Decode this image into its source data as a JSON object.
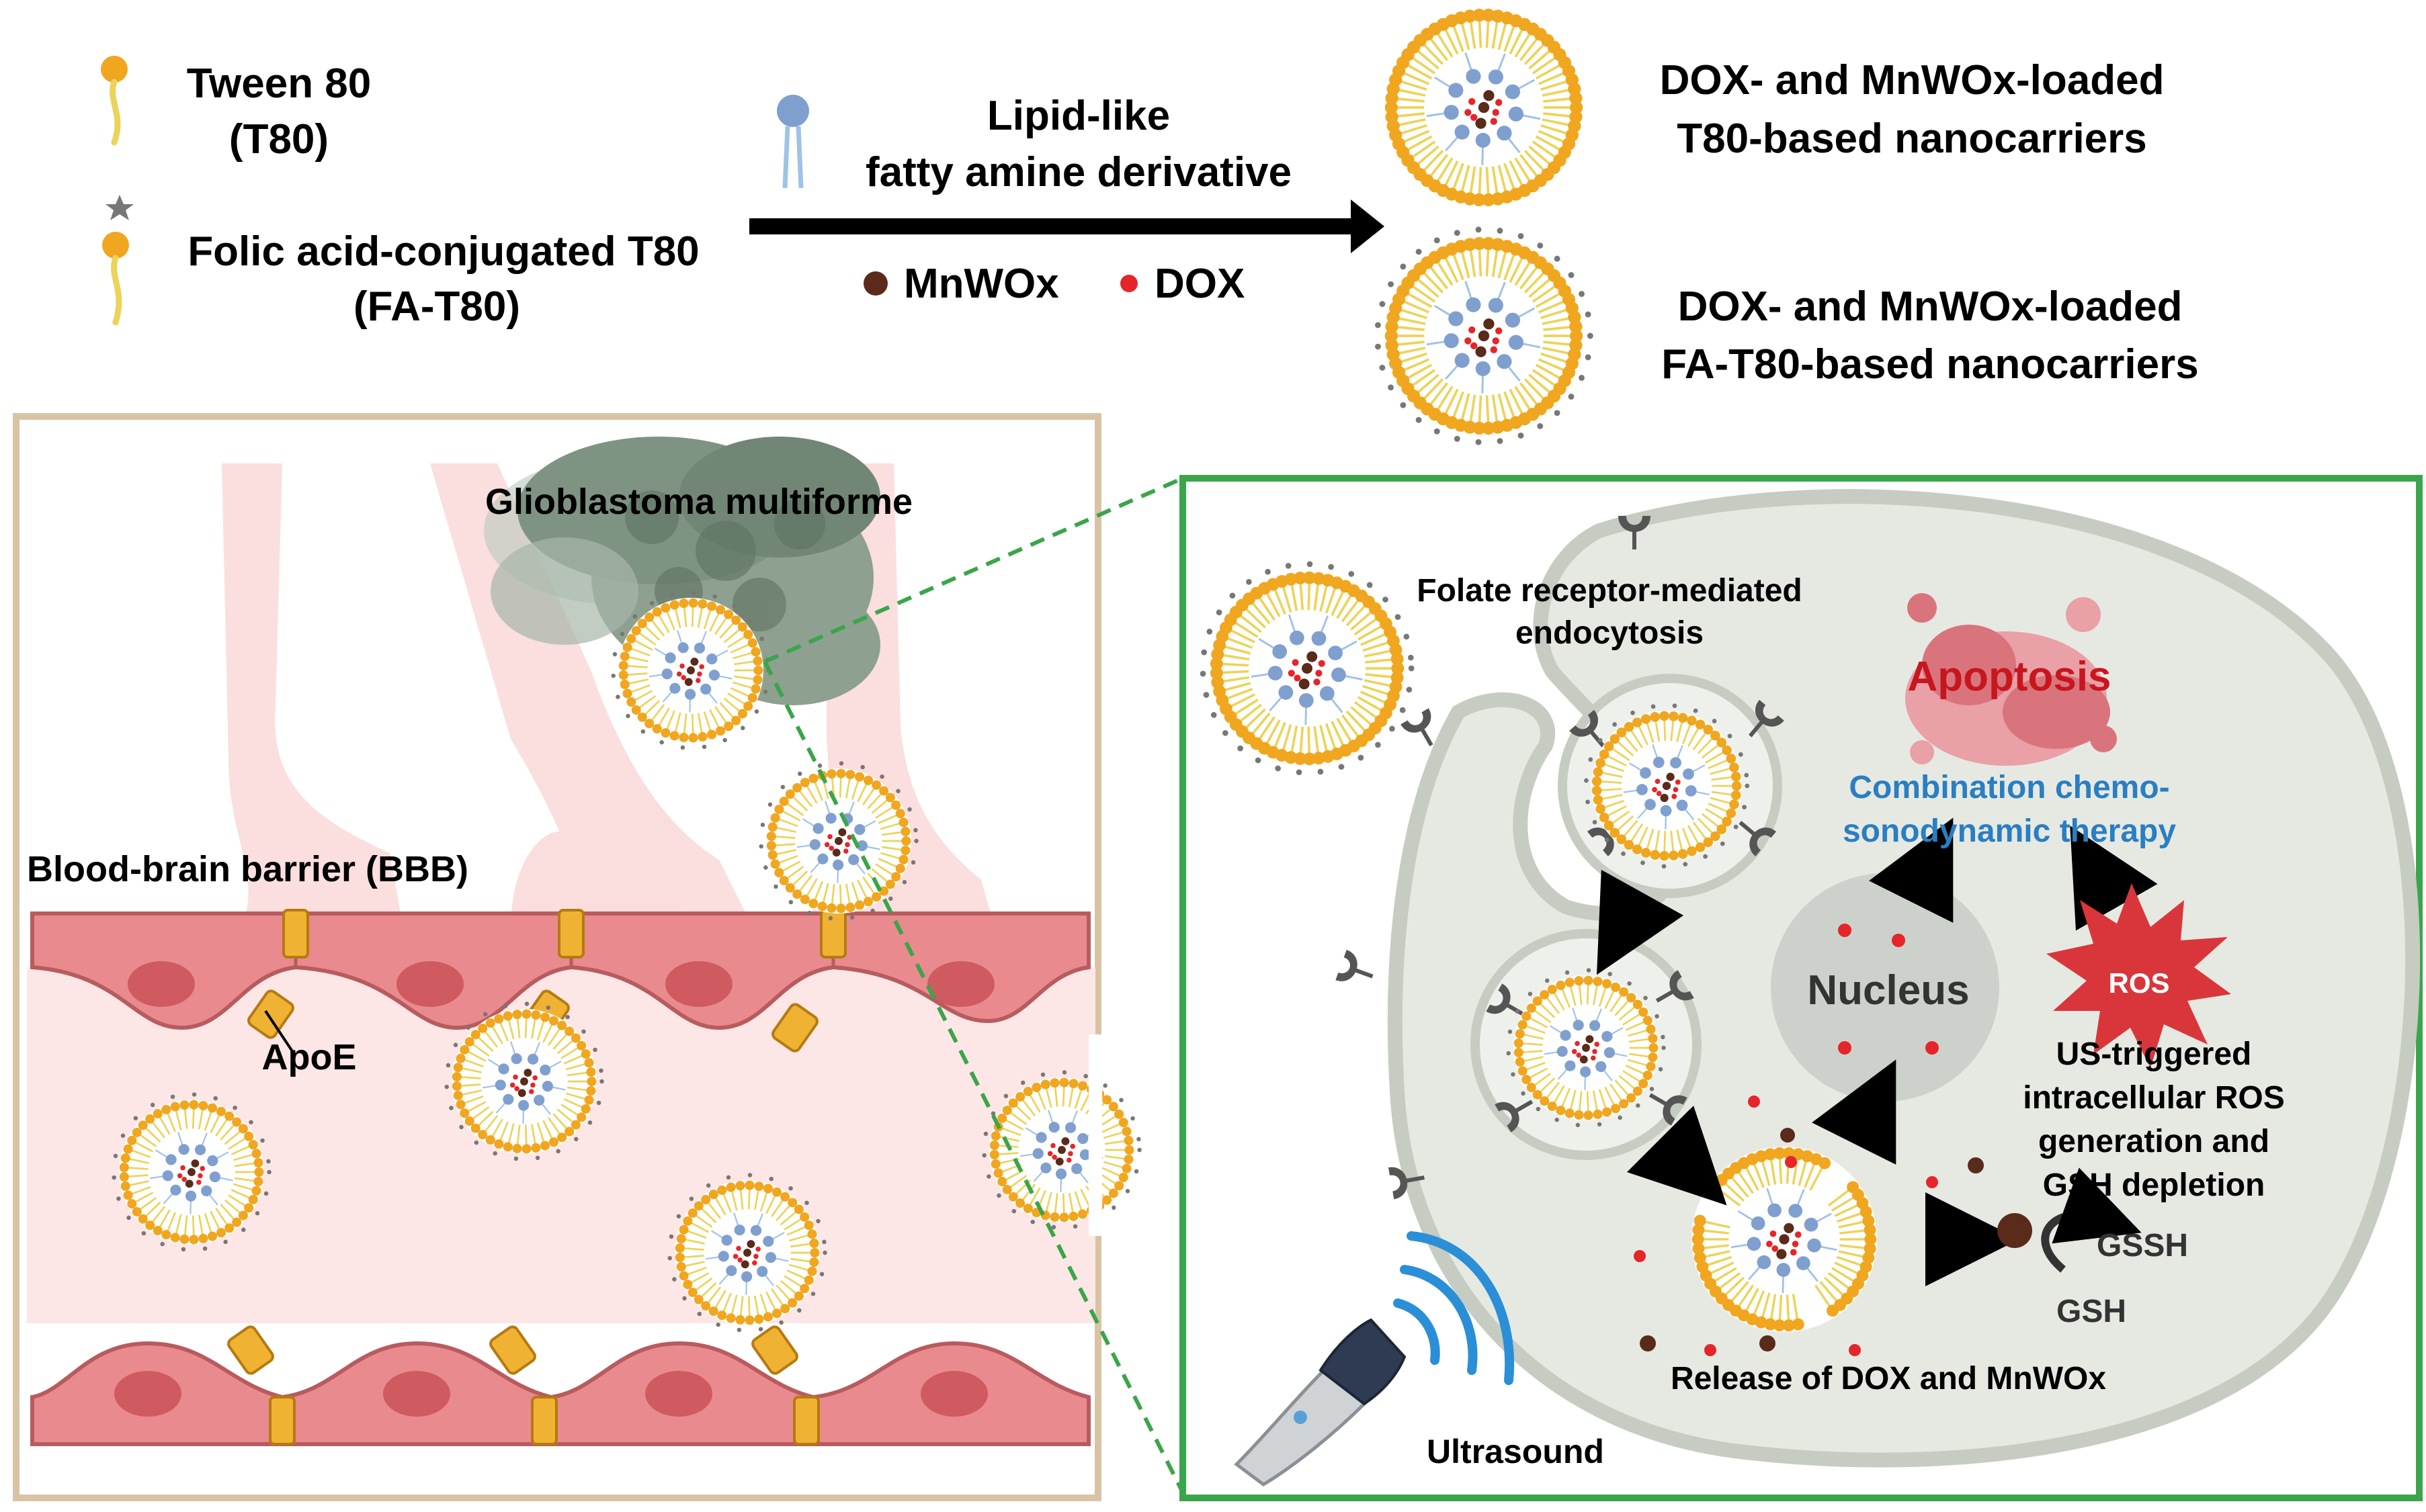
{
  "legend": {
    "tween_label": "Tween 80",
    "tween_abbr": "(T80)",
    "fa_label": "Folic acid-conjugated T80",
    "fa_abbr": "(FA-T80)"
  },
  "process": {
    "line1": "Lipid-like",
    "line2": "fatty amine derivative",
    "mnwox": "MnWOx",
    "dox": "DOX"
  },
  "products": {
    "t80_line1": "DOX- and MnWOx-loaded",
    "t80_line2": "T80-based nanocarriers",
    "fa_line1": "DOX- and MnWOx-loaded",
    "fa_line2": "FA-T80-based nanocarriers"
  },
  "left_panel": {
    "tumor": "Glioblastoma multiforme",
    "bbb": "Blood-brain barrier (BBB)",
    "apoe": "ApoE"
  },
  "right_panel": {
    "endocytosis_line1": "Folate receptor-mediated",
    "endocytosis_line2": "endocytosis",
    "apoptosis": "Apoptosis",
    "therapy_line1": "Combination chemo-",
    "therapy_line2": "sonodynamic therapy",
    "nucleus": "Nucleus",
    "ros": "ROS",
    "us_line1": "US-triggered",
    "us_line2": "intracellular ROS",
    "us_line3": "generation and",
    "us_line4": "GSH depletion",
    "gssh": "GSSH",
    "gsh": "GSH",
    "release": "Release of DOX and MnWOx",
    "ultrasound": "Ultrasound"
  },
  "colors": {
    "shell": "#f0a61f",
    "tail": "#ecd35a",
    "inner_head": "#7f9fcf",
    "dox": "#e5252a",
    "mnwox": "#5a2a1a",
    "panel_border_left": "#d8c3a5",
    "panel_border_right": "#3aa54a",
    "cell": "#e6e9e2",
    "endothelial": "#e98b8e",
    "vessel": "#fde6e6",
    "therapy_text": "#2a7ec2",
    "apoptosis_text": "#c7161e",
    "ros_star": "#d9363b"
  }
}
